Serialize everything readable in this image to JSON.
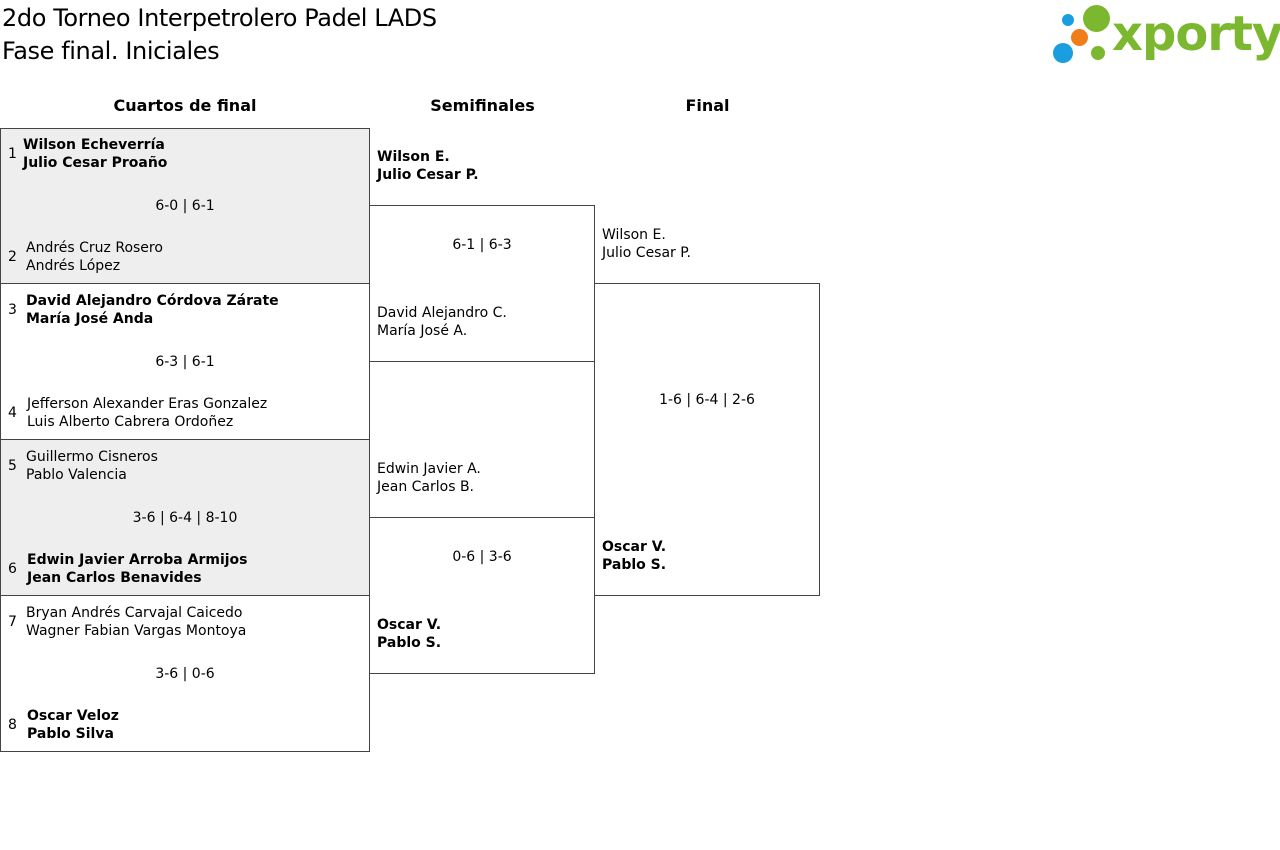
{
  "header": {
    "title_line1": "2do Torneo Interpetrolero Padel LADS",
    "title_line2": "Fase final. Iniciales"
  },
  "logo": {
    "text": "xporty",
    "colors": {
      "green": "#7cb82f",
      "blue": "#1a9ee0",
      "orange": "#ee7d1a"
    }
  },
  "rounds": {
    "quarterfinals": "Cuartos de final",
    "semifinals": "Semifinales",
    "final": "Final"
  },
  "quarterfinals": [
    {
      "score": "6-0 | 6-1",
      "top": {
        "seed": "1",
        "p1": "Wilson Echeverría",
        "p2": "Julio Cesar Proaño",
        "winner": true
      },
      "bottom": {
        "seed": "2",
        "p1": "Andrés Cruz Rosero",
        "p2": "Andrés López",
        "winner": false
      }
    },
    {
      "score": "6-3 | 6-1",
      "top": {
        "seed": "3",
        "p1": "David Alejandro Córdova Zárate",
        "p2": "María José Anda",
        "winner": true
      },
      "bottom": {
        "seed": "4",
        "p1": "Jefferson Alexander Eras Gonzalez",
        "p2": "Luis Alberto Cabrera Ordoñez",
        "winner": false
      }
    },
    {
      "score": "3-6 | 6-4 | 8-10",
      "top": {
        "seed": "5",
        "p1": "Guillermo Cisneros",
        "p2": "Pablo Valencia",
        "winner": false
      },
      "bottom": {
        "seed": "6",
        "p1": "Edwin Javier Arroba Armijos",
        "p2": "Jean Carlos Benavides",
        "winner": true
      }
    },
    {
      "score": "3-6 | 0-6",
      "top": {
        "seed": "7",
        "p1": "Bryan Andrés Carvajal Caicedo",
        "p2": "Wagner Fabian Vargas Montoya",
        "winner": false
      },
      "bottom": {
        "seed": "8",
        "p1": "Oscar Veloz",
        "p2": "Pablo Silva",
        "winner": true
      }
    }
  ],
  "semifinals": [
    {
      "score": "6-1 | 6-3",
      "top": {
        "p1": "Wilson E.",
        "p2": "Julio Cesar P.",
        "winner": true
      },
      "bottom": {
        "p1": "David Alejandro C.",
        "p2": "María José A.",
        "winner": false
      }
    },
    {
      "score": "0-6 | 3-6",
      "top": {
        "p1": "Edwin Javier A.",
        "p2": "Jean Carlos B.",
        "winner": false
      },
      "bottom": {
        "p1": "Oscar V.",
        "p2": "Pablo S.",
        "winner": true
      }
    }
  ],
  "final": {
    "score": "1-6 | 6-4 | 2-6",
    "top": {
      "p1": "Wilson E.",
      "p2": "Julio Cesar P.",
      "winner": false
    },
    "bottom": {
      "p1": "Oscar V.",
      "p2": "Pablo S.",
      "winner": true
    }
  }
}
